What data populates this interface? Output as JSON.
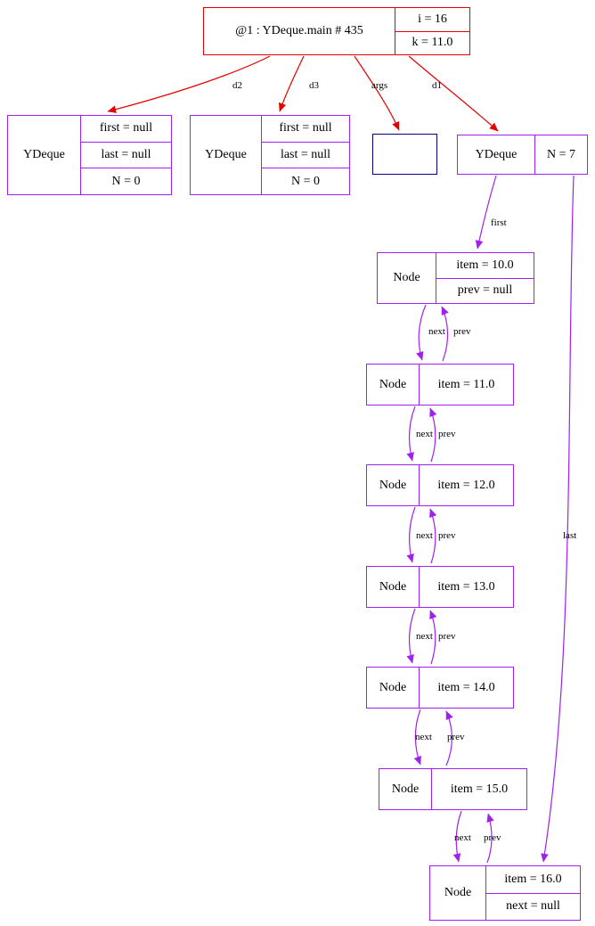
{
  "colors": {
    "red": "#e40000",
    "purple": "#a020f0",
    "navy": "#000080"
  },
  "frame": {
    "title": "@1 : YDeque.main # 435",
    "fields": [
      "i = 16",
      "k = 11.0"
    ]
  },
  "deques": {
    "d2": {
      "label": "YDeque",
      "fields": [
        "first = null",
        "last = null",
        "N = 0"
      ]
    },
    "d3": {
      "label": "YDeque",
      "fields": [
        "first = null",
        "last = null",
        "N = 0"
      ]
    },
    "d1": {
      "label": "YDeque",
      "fields": [
        "N = 7"
      ]
    }
  },
  "nodes": {
    "n10": {
      "label": "Node",
      "fields": [
        "item = 10.0",
        "prev = null"
      ]
    },
    "n11": {
      "label": "Node",
      "fields": [
        "item = 11.0"
      ]
    },
    "n12": {
      "label": "Node",
      "fields": [
        "item = 12.0"
      ]
    },
    "n13": {
      "label": "Node",
      "fields": [
        "item = 13.0"
      ]
    },
    "n14": {
      "label": "Node",
      "fields": [
        "item = 14.0"
      ]
    },
    "n15": {
      "label": "Node",
      "fields": [
        "item = 15.0"
      ]
    },
    "n16": {
      "label": "Node",
      "fields": [
        "item = 16.0",
        "next = null"
      ]
    }
  },
  "edge_labels": {
    "d2": "d2",
    "d3": "d3",
    "args": "args",
    "d1": "d1",
    "first": "first",
    "last": "last",
    "next": "next",
    "prev": "prev"
  }
}
